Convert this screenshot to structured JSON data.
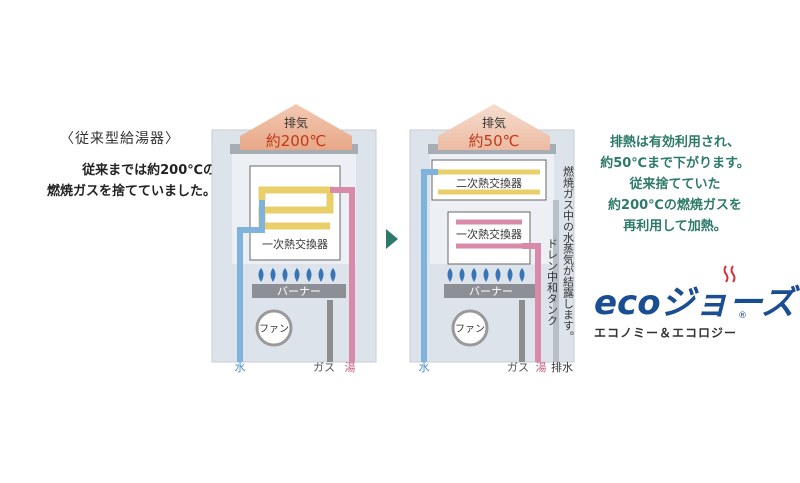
{
  "left": {
    "title": "〈従来型給湯器〉",
    "desc_line1": "従来までは約200℃の",
    "desc_line2": "燃焼ガスを捨てていました。",
    "exhaust_label": "排気",
    "exhaust_temp": "約200℃",
    "primary_exchanger": "一次熱交換器",
    "burner": "バーナー",
    "fan": "ファン",
    "water": "水",
    "gas": "ガス",
    "hot_water": "湯"
  },
  "right": {
    "exhaust_label": "排気",
    "exhaust_temp": "約50℃",
    "secondary_exchanger": "二次熱交換器",
    "primary_exchanger": "一次熱交換器",
    "burner": "バーナー",
    "fan": "ファン",
    "water": "水",
    "gas": "ガス",
    "hot_water": "湯",
    "drain": "排水",
    "condensation_note": "燃焼ガス中の水蒸気が結露します。",
    "drain_tank": "ドレン中和タンク",
    "desc_line1": "排熱は有効利用され、",
    "desc_line2": "約50℃まで下がります。",
    "desc_line3": "従来捨てていた",
    "desc_line4": "約200℃の燃焼ガスを",
    "desc_line5": "再利用して加熱。"
  },
  "logo": {
    "brand": "ecoジョーズ",
    "reading": "エコノミー＆エコロジー",
    "registered": "®"
  },
  "colors": {
    "water": "#7fb3dc",
    "gas": "#8c8c8c",
    "hot": "#d98aa8",
    "warm": "#e8cf6a",
    "flame": "#3a74b8",
    "exhaust_red": "#c0391b",
    "text_green": "#2e7a6a",
    "logo_blue": "#1a4e93",
    "logo_red": "#d82f3a"
  }
}
